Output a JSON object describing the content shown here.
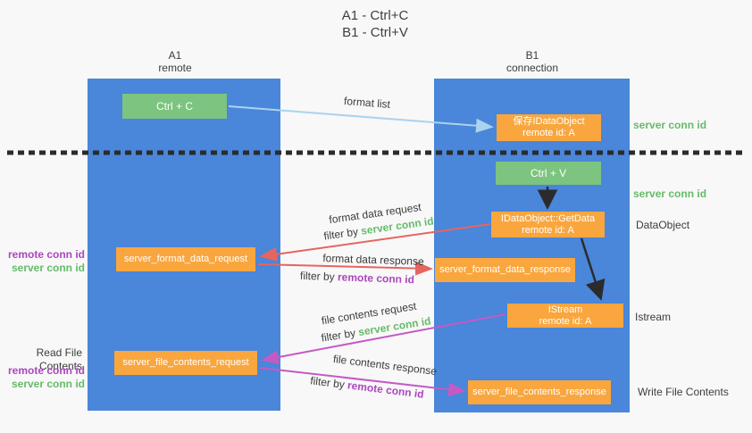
{
  "title": {
    "line1": "A1 - Ctrl+C",
    "line2": "B1 - Ctrl+V"
  },
  "columns": {
    "left": {
      "name": "A1",
      "role": "remote"
    },
    "right": {
      "name": "B1",
      "role": "connection"
    }
  },
  "nodes": {
    "ctrl_c": {
      "label": "Ctrl + C"
    },
    "save_idataobject": {
      "line1": "保存IDataObject",
      "line2": "remote id: A"
    },
    "ctrl_v": {
      "label": "Ctrl + V"
    },
    "getdata": {
      "line1": "IDataObject::GetData",
      "line2": "remote id: A"
    },
    "format_request": {
      "label": "server_format_data_request"
    },
    "format_response": {
      "label": "server_format_data_response"
    },
    "istream": {
      "line1": "IStream",
      "line2": "remote id: A"
    },
    "file_request": {
      "label": "server_file_contents_request"
    },
    "file_response": {
      "label": "server_file_contents_response"
    }
  },
  "edge_labels": {
    "format_list": "format list",
    "format_data_request": {
      "line1": "format data request",
      "filter_prefix": "filter by ",
      "filter_key": "server conn id"
    },
    "format_data_response": {
      "line1": "format data response",
      "filter_prefix": "filter by ",
      "filter_key": "remote conn id"
    },
    "file_contents_request": {
      "line1": "file contents request",
      "filter_prefix": "filter by ",
      "filter_key": "server conn id"
    },
    "file_contents_response": {
      "line1": "file contents response",
      "filter_prefix": "filter by ",
      "filter_key": "remote conn id"
    }
  },
  "side_labels": {
    "server_conn_id_top": "server conn id",
    "server_conn_id_mid": "server conn id",
    "dataobject": "DataObject",
    "istream": "Istream",
    "write_file_contents": "Write File Contents",
    "read_file_contents": "Read File Contents",
    "pair1": {
      "remote": "remote conn id",
      "server": "server conn id"
    },
    "pair2": {
      "remote": "remote conn id",
      "server": "server conn id"
    }
  },
  "colors": {
    "column_blue": "#4a86d9",
    "box_green": "#7cc47f",
    "box_orange": "#f9a63e",
    "arrow_light_blue": "#a9d3ee",
    "arrow_red": "#e6655f",
    "arrow_magenta": "#c45ac4",
    "arrow_black": "#2b2b2b",
    "text_green": "#66bb6a",
    "text_purple": "#ab47bc",
    "text_dark": "#3c3c3c",
    "background": "#f8f8f8"
  }
}
